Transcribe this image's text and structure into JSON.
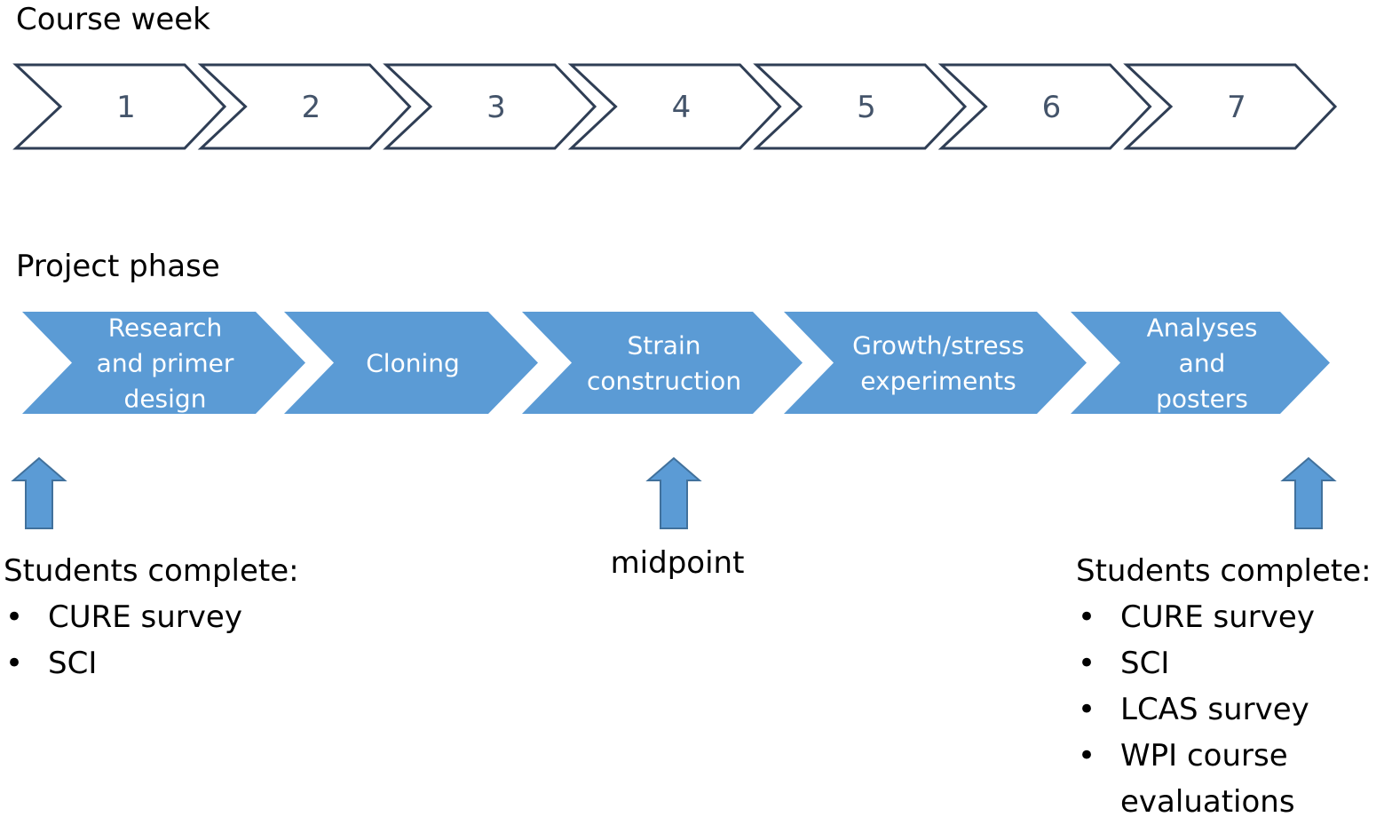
{
  "headings": {
    "course_week": "Course week",
    "project_phase": "Project phase"
  },
  "weeks": [
    "1",
    "2",
    "3",
    "4",
    "5",
    "6",
    "7"
  ],
  "phases": [
    {
      "lines": [
        "Research",
        "and primer",
        "design"
      ]
    },
    {
      "lines": [
        "Cloning"
      ]
    },
    {
      "lines": [
        "Strain",
        "construction"
      ]
    },
    {
      "lines": [
        "Growth/stress",
        "experiments"
      ]
    },
    {
      "lines": [
        "Analyses",
        "and",
        "posters"
      ]
    }
  ],
  "start_block": {
    "title": "Students complete:",
    "items": [
      "CURE survey",
      "SCI"
    ]
  },
  "midpoint_label": "midpoint",
  "end_block": {
    "title": "Students complete:",
    "items": [
      "CURE survey",
      "SCI",
      "LCAS survey",
      "WPI course evaluations"
    ]
  },
  "colors": {
    "week_outline": "#2f3e55",
    "week_text": "#44546a",
    "phase_fill": "#5b9bd5",
    "arrow_fill": "#5b9bd5",
    "arrow_stroke": "#41719c"
  }
}
